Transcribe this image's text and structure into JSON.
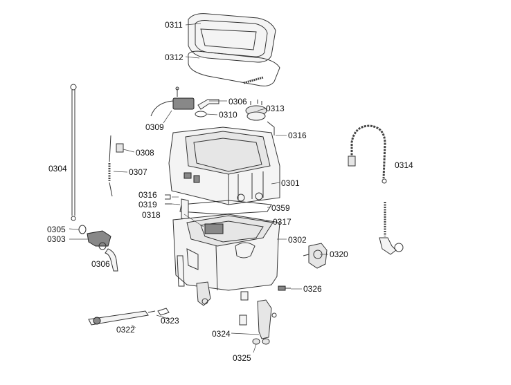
{
  "labels": {
    "p0311": "0311",
    "p0312": "0312",
    "p0306a": "0306",
    "p0310": "0310",
    "p0313": "0313",
    "p0309": "0309",
    "p0316a": "0316",
    "p0308": "0308",
    "p0304": "0304",
    "p0307": "0307",
    "p0314": "0314",
    "p0301": "0301",
    "p0316b": "0316",
    "p0319": "0319",
    "p0359": "0359",
    "p0318": "0318",
    "p0317": "0317",
    "p0305": "0305",
    "p0303": "0303",
    "p0302": "0302",
    "p0320": "0320",
    "p0306b": "0306",
    "p0326": "0326",
    "p0323": "0323",
    "p0322": "0322",
    "p0324": "0324",
    "p0325": "0325"
  }
}
